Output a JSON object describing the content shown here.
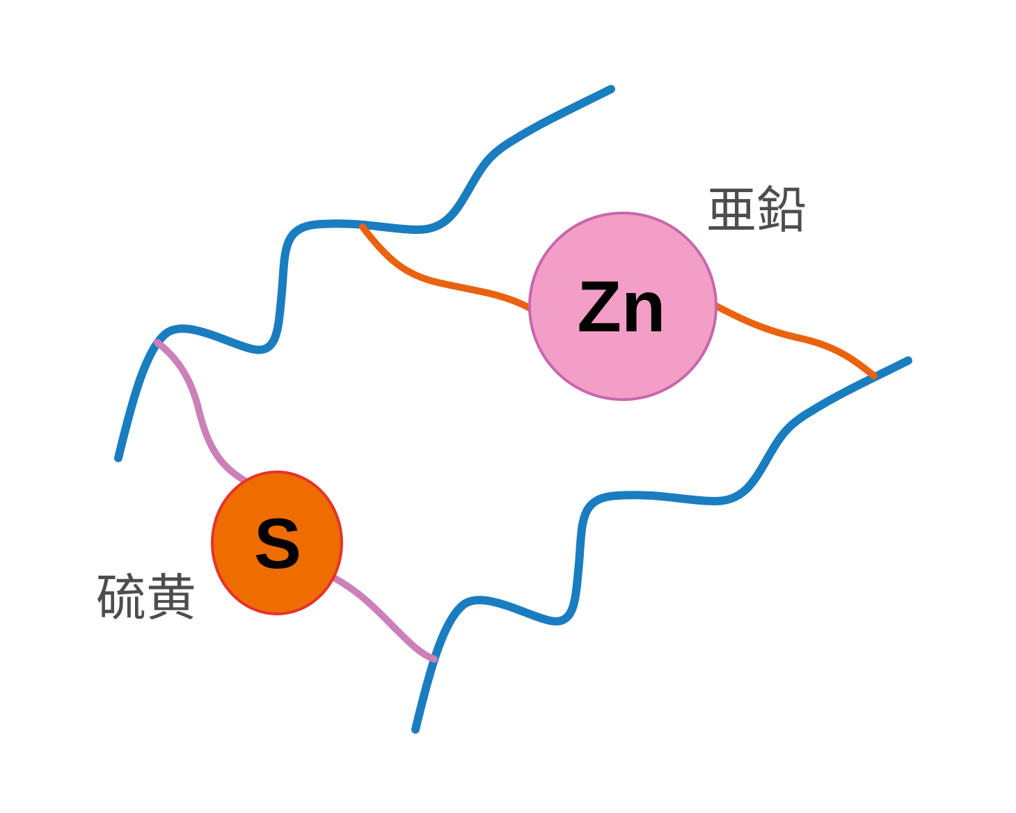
{
  "zinc": {
    "symbol": "Zn",
    "label": "亜鉛",
    "fill": "#F29EC6",
    "stroke": "#C766AC",
    "link_color": "#E9620F"
  },
  "sulfur": {
    "symbol": "S",
    "label": "硫黄",
    "fill": "#EE6C00",
    "stroke": "#E5332A",
    "link_color": "#CB80B7"
  },
  "chain_color": "#1A7DC0",
  "label_color": "#4D4D4D"
}
